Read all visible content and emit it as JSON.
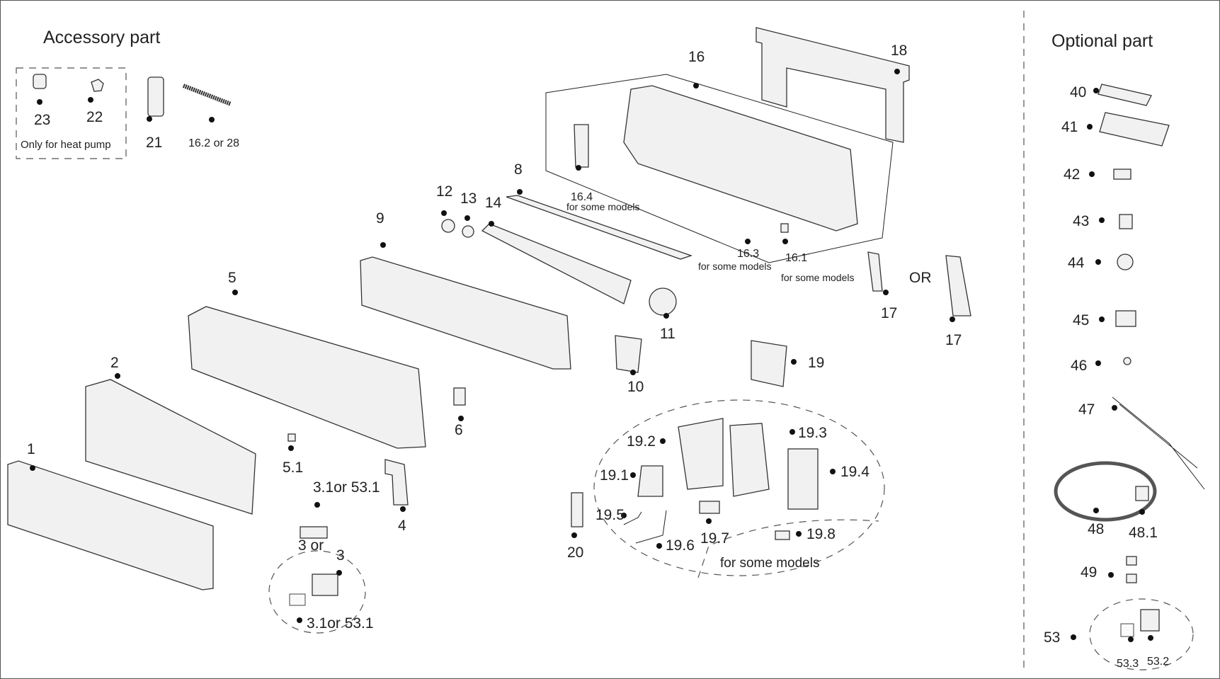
{
  "sections": {
    "accessory_title": "Accessory part",
    "optional_title": "Optional part",
    "heat_pump_note": "Only for heat pump"
  },
  "callouts": [
    "23",
    "22",
    "21",
    "16.2 or 28",
    "40",
    "41",
    "42",
    "43",
    "44",
    "45",
    "46",
    "47",
    "48",
    "48.1",
    "49",
    "53",
    "53.3",
    "53.2",
    "18",
    "16",
    "8",
    "16.4",
    "for some models",
    "12",
    "13",
    "14",
    "9",
    "16.3",
    "for some models",
    "16.1",
    "for some models",
    "17",
    "OR",
    "17",
    "5",
    "11",
    "10",
    "19",
    "2",
    "6",
    "1",
    "5.1",
    "3.1or 53.1",
    "4",
    "3 or",
    "3",
    "3.1or 53.1",
    "20",
    "19.2",
    "19.3",
    "19.1",
    "19.4",
    "19.5",
    "19.6",
    "19.7",
    "19.8",
    "for some models"
  ]
}
